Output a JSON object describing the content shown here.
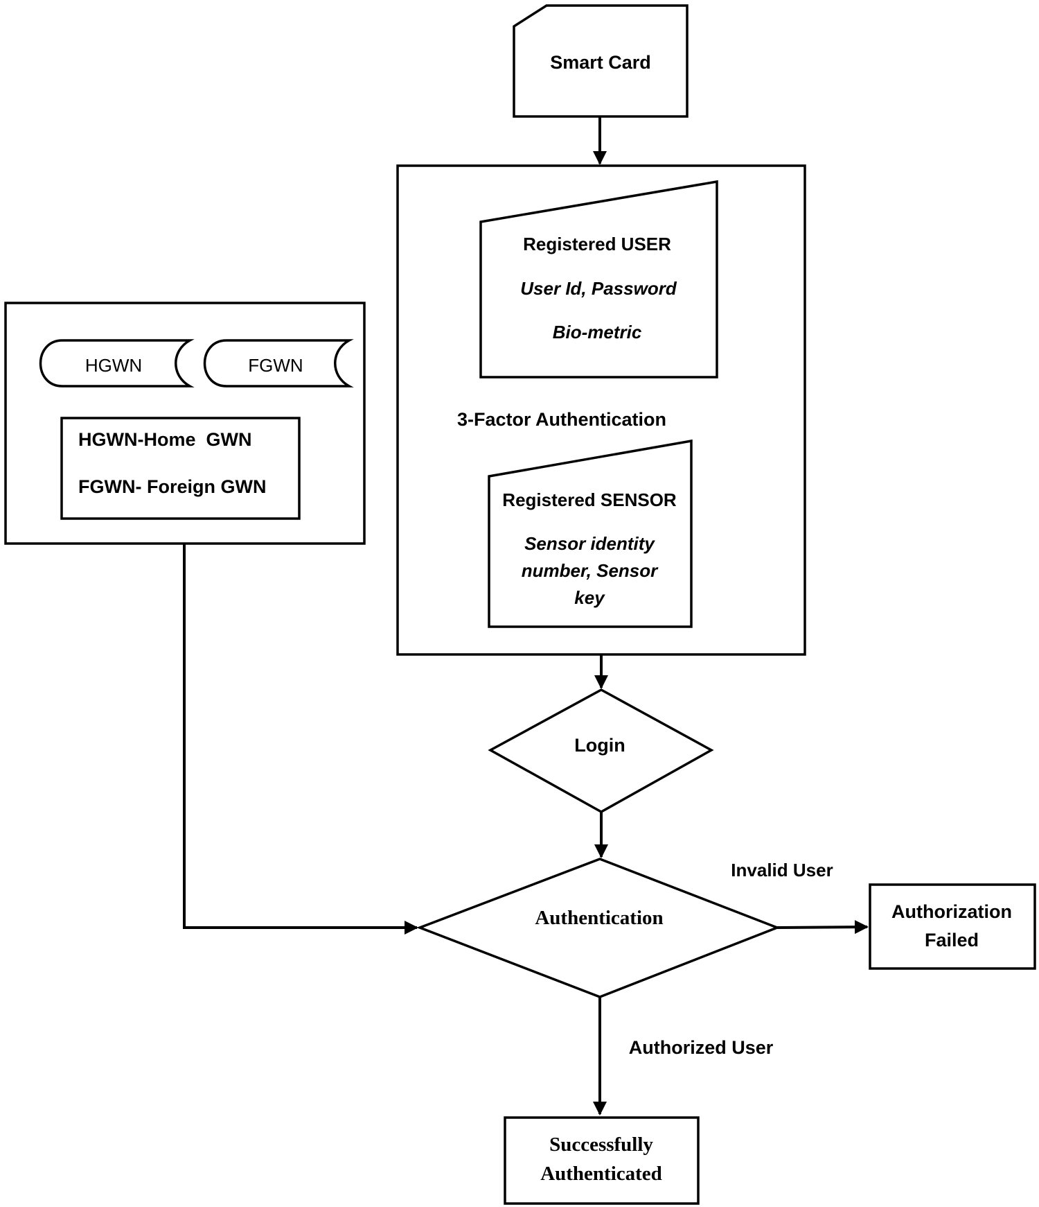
{
  "smart_card": {
    "label": "Smart Card"
  },
  "registered_user": {
    "title": "Registered USER",
    "line1": "User Id, Password",
    "line2": "Bio-metric"
  },
  "three_factor": {
    "label": "3-Factor Authentication"
  },
  "registered_sensor": {
    "title": "Registered SENSOR",
    "line1": "Sensor identity",
    "line2": "number, Sensor",
    "line3": "key"
  },
  "gateways": {
    "hgwn": "HGWN",
    "fgwn": "FGWN",
    "legend_line1": "HGWN-Home  GWN",
    "legend_line2": "FGWN- Foreign GWN"
  },
  "login": {
    "label": "Login"
  },
  "authentication": {
    "label": "Authentication"
  },
  "invalid_user": {
    "label": "Invalid User"
  },
  "authorization_failed": {
    "line1": "Authorization",
    "line2": "Failed"
  },
  "authorized_user": {
    "label": "Authorized User"
  },
  "success": {
    "line1": "Successfully",
    "line2": "Authenticated"
  }
}
